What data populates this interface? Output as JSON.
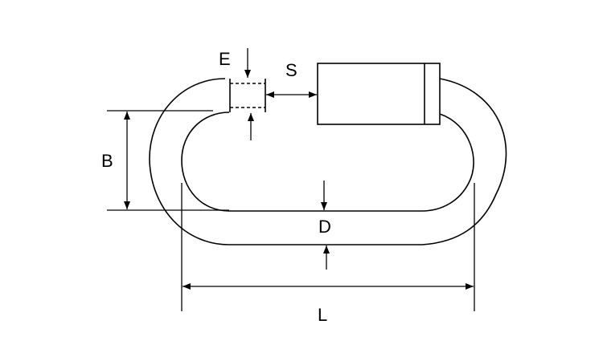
{
  "colors": {
    "stroke": "#000000",
    "background": "#ffffff"
  },
  "labels": {
    "E": "E",
    "S": "S",
    "B": "B",
    "D": "D",
    "L": "L"
  }
}
